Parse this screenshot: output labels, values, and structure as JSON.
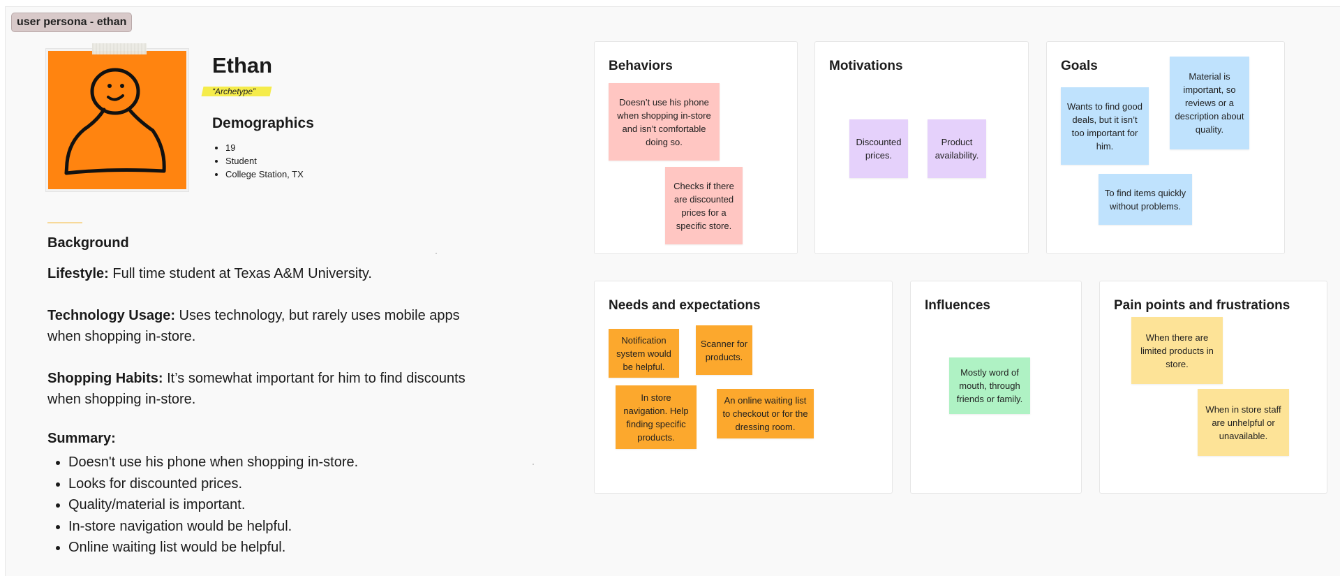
{
  "frame_label": "user persona - ethan",
  "persona": {
    "name": "Ethan",
    "archetype": "“Archetype”",
    "avatar_icon": "person-doodle-icon",
    "avatar_color": "#ff8410"
  },
  "demographics": {
    "title": "Demographics",
    "items": [
      "19",
      "Student",
      "College Station, TX"
    ]
  },
  "background": {
    "title": "Background",
    "paragraphs": [
      {
        "label": "Lifestyle:",
        "text": " Full time student at Texas A&M University."
      },
      {
        "label": "Technology Usage:",
        "text": " Uses technology, but rarely uses mobile apps when shopping in-store."
      },
      {
        "label": "Shopping Habits:",
        "text": " It’s somewhat important for him to find discounts when shopping in-store."
      }
    ],
    "summary_title": "Summary:",
    "summary_items": [
      "Doesn't use his phone when shopping in-store.",
      "Looks for discounted prices.",
      "Quality/material is important.",
      "In-store navigation would be helpful.",
      "Online waiting list would be helpful."
    ]
  },
  "panels": {
    "behaviors": {
      "title": "Behaviors",
      "notes": [
        "Doesn’t use his phone when shopping in-store and isn’t comfortable doing so.",
        "Checks if there are discounted prices for a specific store."
      ]
    },
    "motivations": {
      "title": "Motivations",
      "notes": [
        "Discounted prices.",
        "Product availability."
      ]
    },
    "goals": {
      "title": "Goals",
      "notes": [
        "Wants to find good deals, but it isn’t too important for him.",
        "Material is important, so reviews or a description about quality.",
        "To find items quickly without problems."
      ]
    },
    "needs": {
      "title": "Needs and expectations",
      "notes": [
        "Notification system would be helpful.",
        "Scanner for products.",
        "In store navigation. Help finding specific products.",
        "An online waiting list to checkout or for the dressing room."
      ]
    },
    "influences": {
      "title": "Influences",
      "notes": [
        "Mostly word of mouth, through friends or family."
      ]
    },
    "pain_points": {
      "title": "Pain points and frustrations",
      "notes": [
        "When there are limited products in store.",
        "When in store staff are unhelpful or unavailable."
      ]
    }
  },
  "colors": {
    "sticky_pink": "#ffc6c2",
    "sticky_purple": "#e5d1fb",
    "sticky_blue": "#bfe2fd",
    "sticky_orange": "#fca82d",
    "sticky_green": "#aff2c4",
    "sticky_yellow": "#fde397",
    "archetype_highlight": "#f5ec4b"
  }
}
